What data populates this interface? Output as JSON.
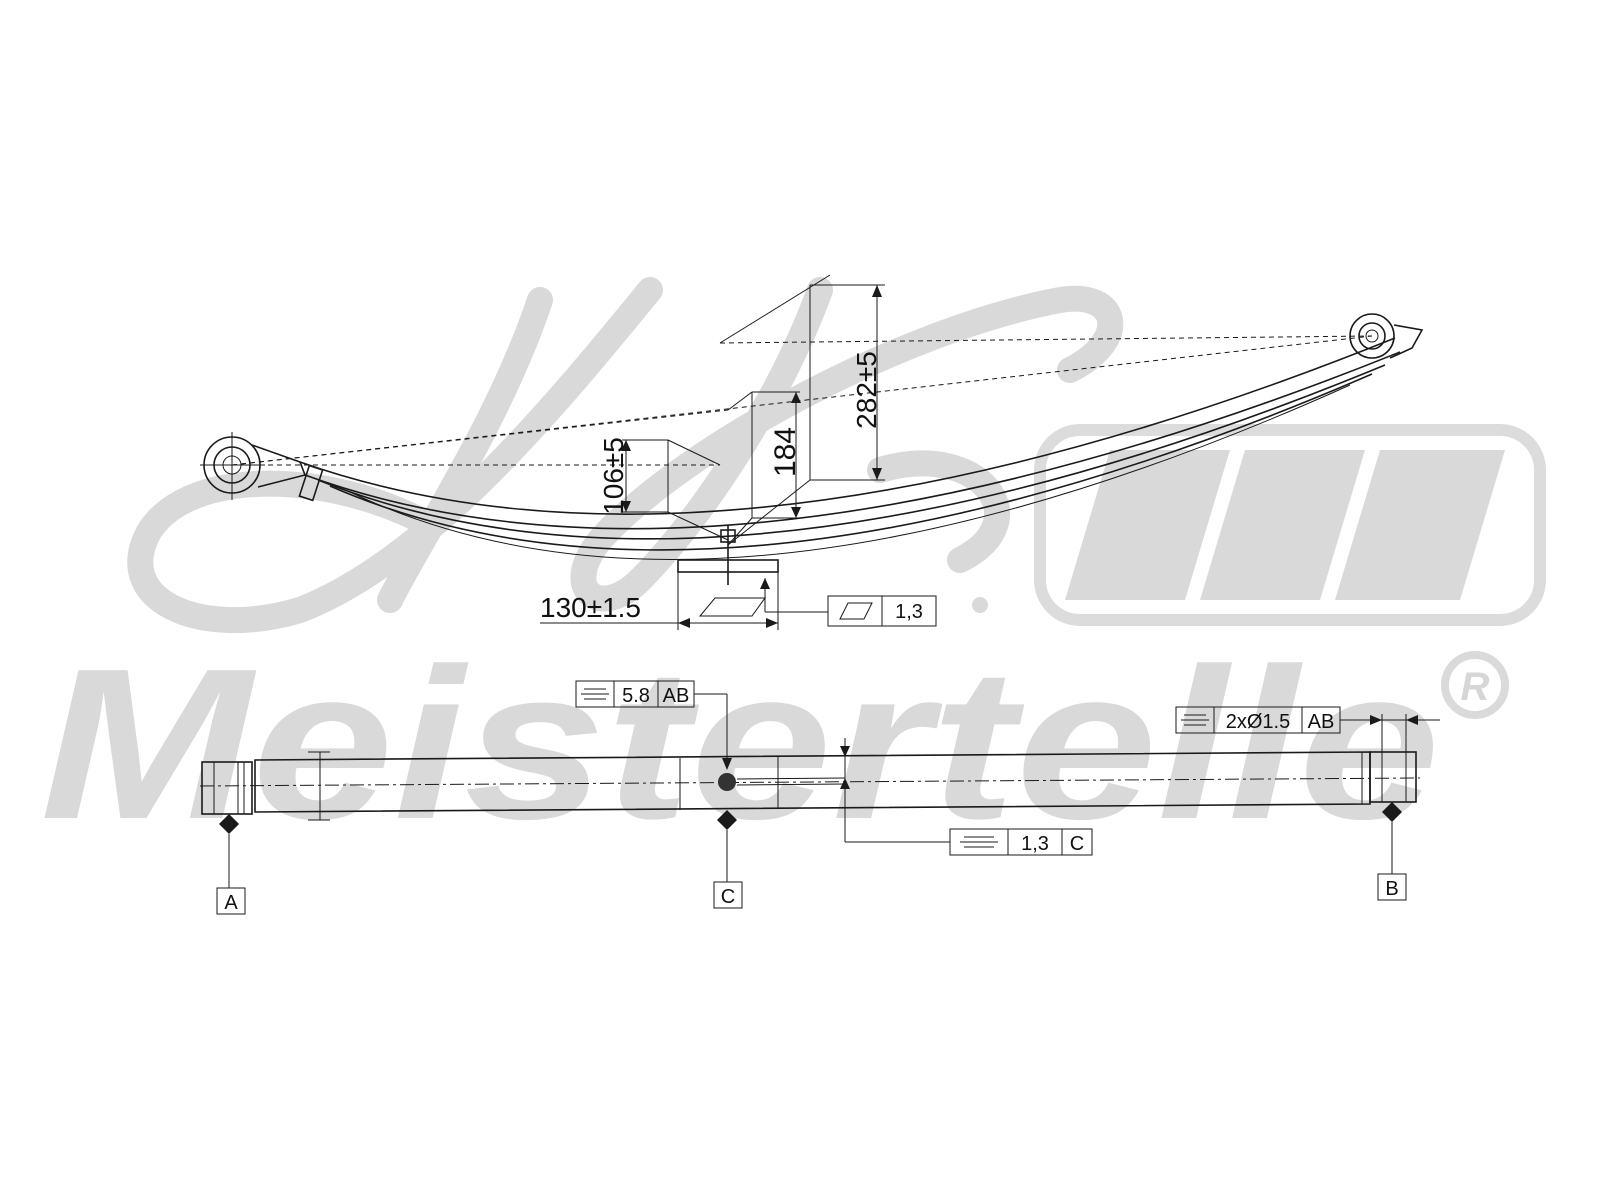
{
  "watermark": {
    "brand": "Meistertelle",
    "registered_mark": "R",
    "color": "#d6d6d6"
  },
  "colors": {
    "ink": "#1a1a1a",
    "paper": "#ffffff"
  },
  "side_view": {
    "dim_height_eye": "282±5",
    "dim_height_mid": "184",
    "dim_height_low": "106±5",
    "dim_seat_width": "130±1.5",
    "flatness_tolerance": "1,3"
  },
  "top_view": {
    "position_tol_center_value": "5.8",
    "position_tol_center_ref": "AB",
    "position_tol_eyes_value": "2xØ1.5",
    "position_tol_eyes_ref": "AB",
    "symmetry_tol_value": "1,3",
    "symmetry_tol_ref": "C",
    "datum_a": "A",
    "datum_b": "B",
    "datum_c": "C"
  }
}
